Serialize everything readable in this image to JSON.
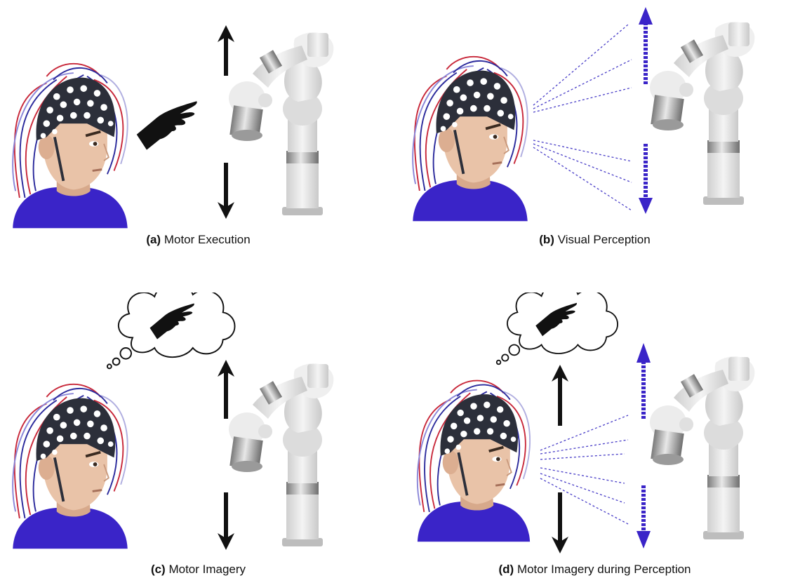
{
  "panels": [
    {
      "letter": "(a)",
      "text": "Motor Execution",
      "mode": "execution"
    },
    {
      "letter": "(b)",
      "text": "Visual Perception",
      "mode": "perception"
    },
    {
      "letter": "(c)",
      "text": "Motor Imagery",
      "mode": "imagery"
    },
    {
      "letter": "(d)",
      "text": "Motor Imagery during Perception",
      "mode": "imagery-perception"
    }
  ],
  "colors": {
    "shirt": "#3a24c8",
    "skin": "#e9c3a8",
    "cap": "#2c2f3a",
    "wire_red": "#c8283a",
    "wire_blue": "#2b2a9c",
    "gaze": "#4a3fc8",
    "arrow_black": "#111111",
    "robot": "#e6e6e6",
    "robot_ring": "#9a9a9a"
  }
}
